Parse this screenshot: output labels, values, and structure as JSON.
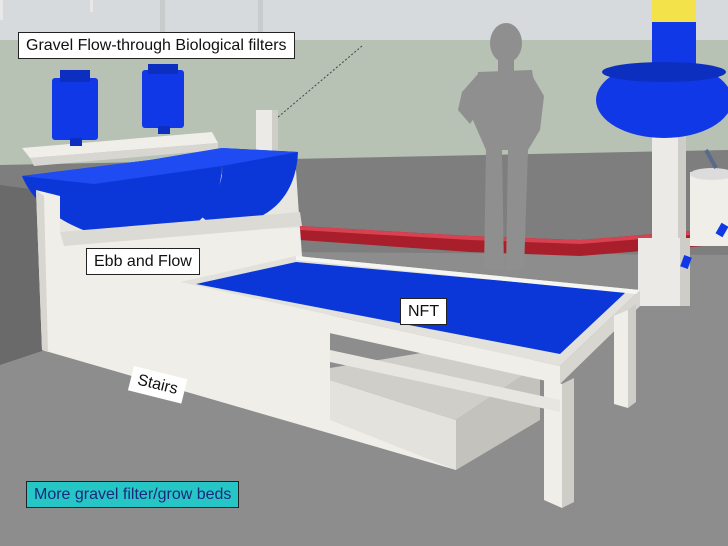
{
  "labels": {
    "gravel": "Gravel Flow-through Biological filters",
    "ebb": "Ebb and Flow",
    "nft": "NFT",
    "stairs": "Stairs",
    "more": "More gravel filter/grow beds"
  },
  "colors": {
    "floor": "#8a8a8a",
    "wall": "#b6c0b3",
    "sky": "#d6dadc",
    "blue": "#0a3fe0",
    "structure": "#f1f0ee",
    "pipe": "#a81e2a",
    "person": "#8f8f8f",
    "yellow": "#f3e24a",
    "teal_label": "#27c6c6"
  }
}
